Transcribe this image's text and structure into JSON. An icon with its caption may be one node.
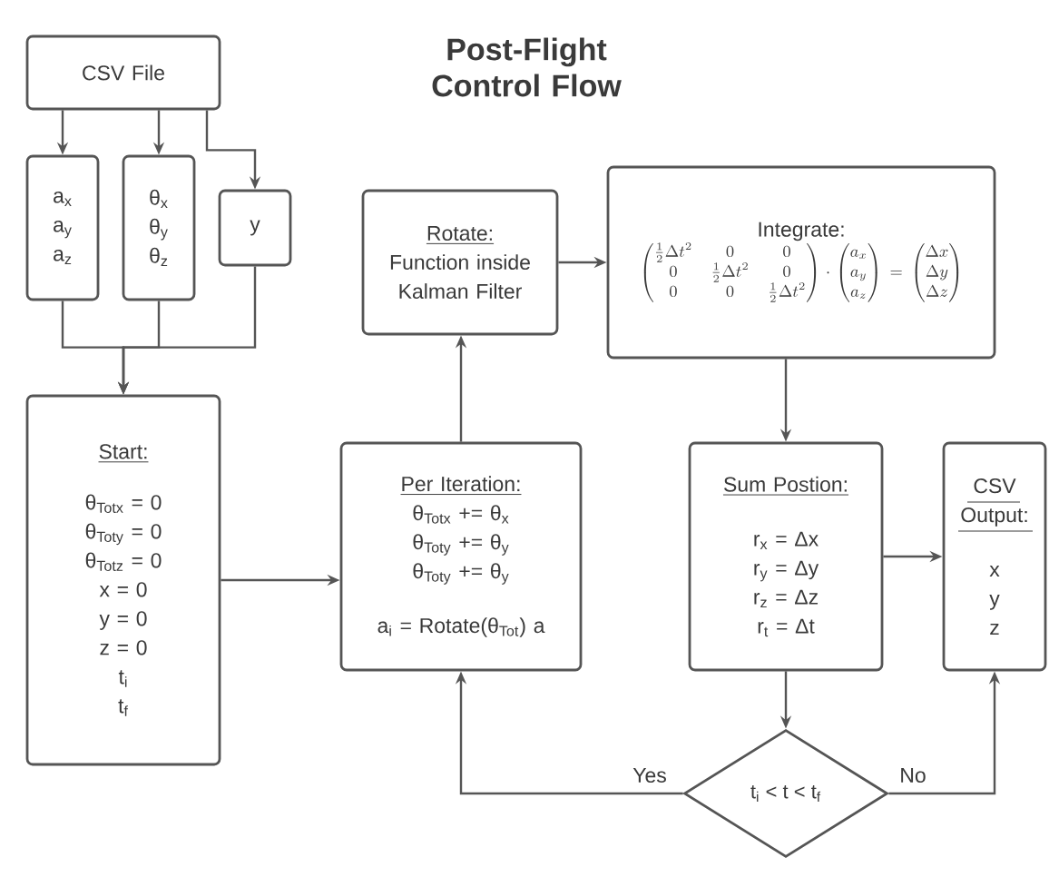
{
  "diagram": {
    "title": "Post-Flight Control Flow",
    "nodes": [
      {
        "text": [
          "CSV File"
        ]
      },
      {
        "text": [
          "a$_{x}$",
          "a$_{y}$",
          "a$_{z}$"
        ]
      },
      {
        "text": [
          "θ$_{x}$",
          "θ$_{y}$",
          "θ$_{z}$"
        ]
      },
      {
        "text": [
          "y"
        ]
      },
      {
        "text": [
          "Start:",
          "θ$_{Totx}$ = 0",
          "θ$_{Toty}$ = 0",
          "θ$_{Totz}$ = 0",
          "x = 0",
          "y = 0",
          "z = 0",
          "t$_{i}$",
          "t$_{f}$"
        ]
      },
      {
        "text": [
          "Rotate:",
          "Function inside Kalman Filter"
        ]
      },
      {
        "text": [
          "Integrate:",
          "\\begin{pmatrix}\\frac{1}{2}\\Delta t^2 & 0 & 0\\\\ 0 & \\frac{1}{2}\\Delta t^2 & 0\\\\ 0 & 0 & \\frac{1}{2}\\Delta t^2\\end{pmatrix}\\cdot\\begin{pmatrix}a_x\\\\ a_y\\\\ a_z\\end{pmatrix}=\\begin{pmatrix}\\Delta x\\\\ \\Delta y\\\\ \\Delta z\\end{pmatrix}"
        ]
      },
      {
        "text": [
          "Per Iteration:",
          "θ$_{Totx}$ += θ$_{x}$",
          "θ$_{Toty}$ += θ$_{y}$",
          "θ$_{Toty}$ += θ$_{y}$",
          "a$_{i}$ = Rotate(θ$_{Tot}$) a"
        ]
      },
      {
        "text": [
          "Sum Postion:",
          "r$_{x}$ = Δx",
          "r$_{y}$ = Δy",
          "r$_{z}$ = Δz",
          "r$_{t}$ = Δt"
        ]
      },
      {
        "text": [
          "CSV Output:",
          "x",
          "y",
          "z"
        ]
      },
      {
        "text": [
          "t$_{i}$ < t < t$_{f}$"
        ]
      }
    ],
    "edges": [
      {
        "from": 0,
        "to": 1,
        "arrow": "to"
      },
      {
        "from": 0,
        "to": 2,
        "arrow": "to"
      },
      {
        "from": 0,
        "to": 3,
        "arrow": "to"
      },
      {
        "from": 1,
        "to": 4,
        "arrow": "to"
      },
      {
        "from": 2,
        "to": 4,
        "arrow": "to"
      },
      {
        "from": 3,
        "to": 4,
        "arrow": "to"
      },
      {
        "from": 4,
        "to": 7,
        "arrow": "to"
      },
      {
        "from": 7,
        "to": 5,
        "arrow": "to"
      },
      {
        "from": 5,
        "to": 6,
        "arrow": "to"
      },
      {
        "from": 6,
        "to": 8,
        "arrow": "to"
      },
      {
        "from": 8,
        "to": 9,
        "arrow": "to"
      },
      {
        "from": 8,
        "to": 10,
        "arrow": "to"
      },
      {
        "from": 10,
        "to": 7,
        "arrow": "to",
        "label": "Yes"
      },
      {
        "from": 10,
        "to": 9,
        "arrow": "to",
        "label": "No"
      }
    ]
  }
}
